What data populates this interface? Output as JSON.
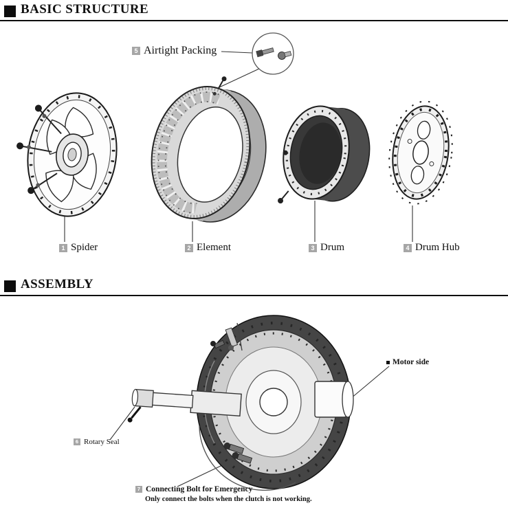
{
  "sections": {
    "basic_structure": {
      "title": "BASIC STRUCTURE",
      "callout": {
        "num": "5",
        "label": "Airtight Packing"
      },
      "parts": [
        {
          "num": "1",
          "label": "Spider"
        },
        {
          "num": "2",
          "label": "Element"
        },
        {
          "num": "3",
          "label": "Drum"
        },
        {
          "num": "4",
          "label": "Drum Hub"
        }
      ]
    },
    "assembly": {
      "title": "ASSEMBLY",
      "motor_side_label": "Motor side",
      "rotary_seal": {
        "num": "6",
        "label": "Rotary Seal"
      },
      "connecting_bolt": {
        "num": "7",
        "label": "Connecting Bolt for Emergency",
        "note": "Only connect the bolts when the clutch is not working."
      }
    }
  },
  "colors": {
    "ink": "#0d0d0d",
    "number_box": "#a6a6a6",
    "drum_dark": "#4c4c4c"
  }
}
